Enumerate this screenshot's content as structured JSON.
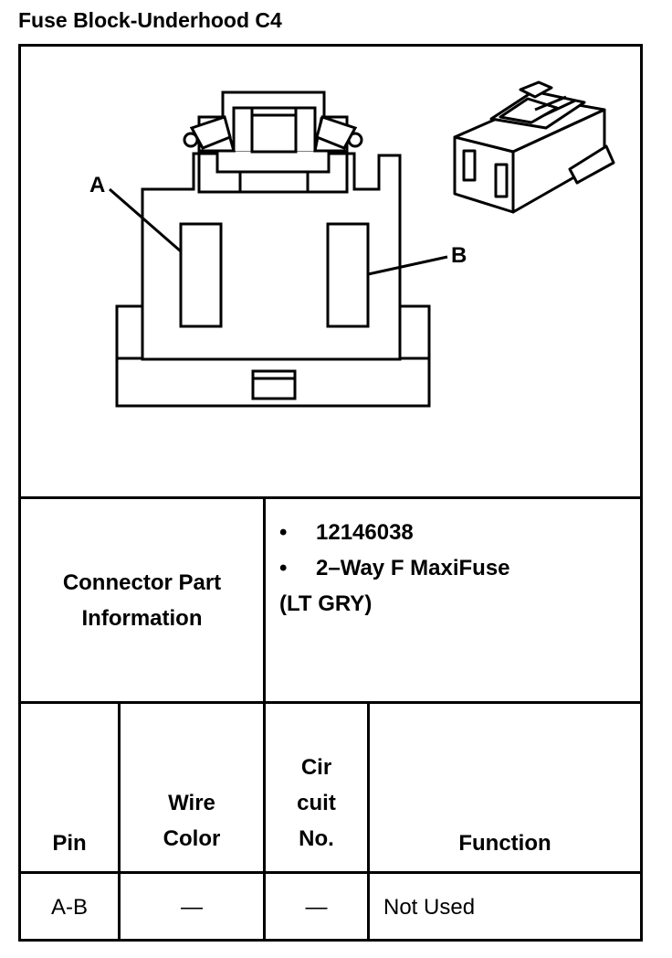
{
  "title": "Fuse Block-Underhood C4",
  "diagram": {
    "label_a": "A",
    "label_b": "B"
  },
  "connector_info": {
    "label_line1": "Connector Part",
    "label_line2": "Information",
    "bullet_symbol": "•",
    "items": [
      "12146038",
      "2–Way F MaxiFuse"
    ],
    "continuation": "(LT GRY)"
  },
  "table": {
    "headers": {
      "pin": "Pin",
      "wire_color_line1": "Wire",
      "wire_color_line2": "Color",
      "circuit_line1": "Cir",
      "circuit_line2": "cuit",
      "circuit_line3": "No.",
      "function": "Function"
    },
    "rows": [
      {
        "pin": "A-B",
        "wire_color": "—",
        "circuit": "—",
        "function": "Not Used"
      }
    ]
  }
}
